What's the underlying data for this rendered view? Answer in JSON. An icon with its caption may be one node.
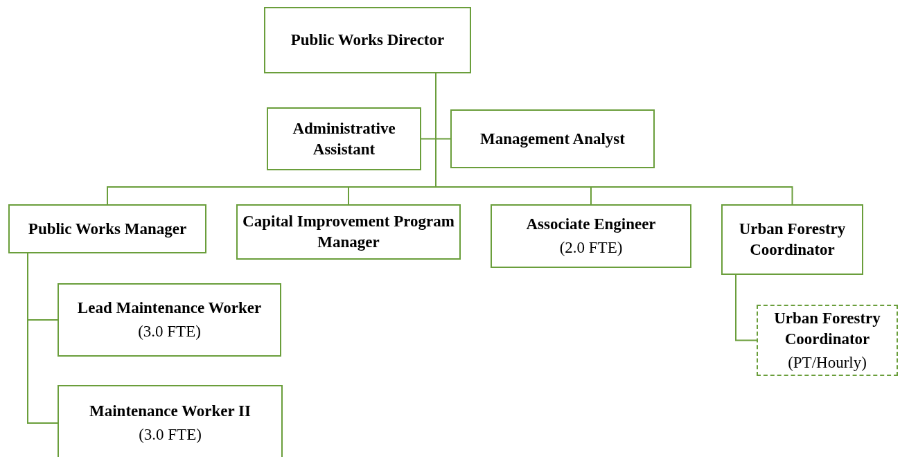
{
  "diagram": {
    "nodes": [
      {
        "text": [
          "Public Works Director"
        ]
      },
      {
        "text": [
          "Administrative Assistant"
        ]
      },
      {
        "text": [
          "Management Analyst"
        ]
      },
      {
        "text": [
          "Public Works Manager"
        ]
      },
      {
        "text": [
          "Capital Improvement Program Manager"
        ]
      },
      {
        "text": [
          "Associate Engineer",
          "(2.0 FTE)"
        ]
      },
      {
        "text": [
          "Urban Forestry Coordinator"
        ]
      },
      {
        "text": [
          "Lead Maintenance Worker",
          "(3.0 FTE)"
        ]
      },
      {
        "text": [
          "Maintenance Worker II",
          "(3.0 FTE)"
        ]
      },
      {
        "text": [
          "Urban Forestry Coordinator",
          "(PT/Hourly)"
        ]
      }
    ],
    "edges": [
      {
        "from": 0,
        "to": 1,
        "arrow": "none"
      },
      {
        "from": 0,
        "to": 2,
        "arrow": "none"
      },
      {
        "from": 0,
        "to": 3,
        "arrow": "none"
      },
      {
        "from": 0,
        "to": 4,
        "arrow": "none"
      },
      {
        "from": 0,
        "to": 5,
        "arrow": "none"
      },
      {
        "from": 0,
        "to": 6,
        "arrow": "none"
      },
      {
        "from": 3,
        "to": 7,
        "arrow": "none"
      },
      {
        "from": 3,
        "to": 8,
        "arrow": "none"
      },
      {
        "from": 6,
        "to": 9,
        "arrow": "none"
      }
    ]
  }
}
